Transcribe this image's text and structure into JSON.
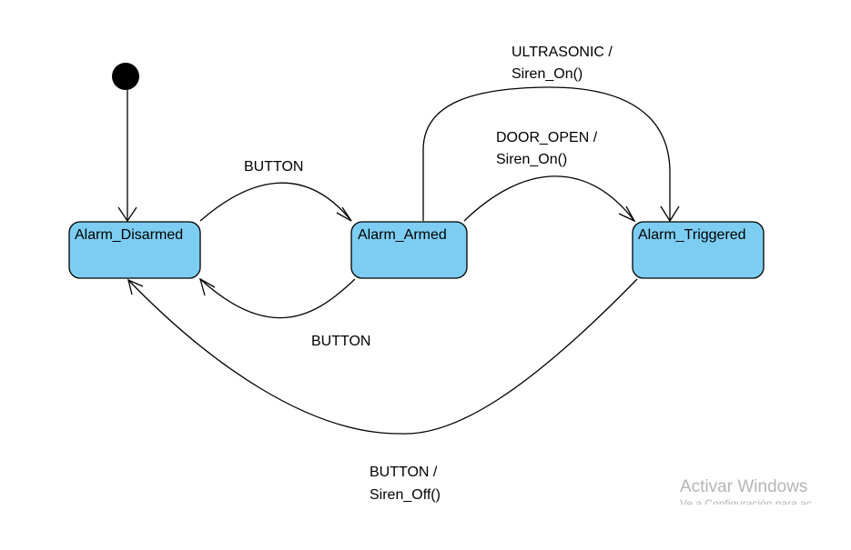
{
  "diagram": {
    "states": {
      "disarmed": "Alarm_Disarmed",
      "armed": "Alarm_Armed",
      "triggered": "Alarm_Triggered"
    },
    "transitions": {
      "disarmed_to_armed": {
        "line1": "BUTTON"
      },
      "armed_to_disarmed": {
        "line1": "BUTTON"
      },
      "armed_to_triggered_door": {
        "line1": "DOOR_OPEN /",
        "line2": "Siren_On()"
      },
      "armed_to_triggered_ultrasonic": {
        "line1": "ULTRASONIC /",
        "line2": "Siren_On()"
      },
      "triggered_to_disarmed": {
        "line1": "BUTTON /",
        "line2": "Siren_Off()"
      }
    },
    "colors": {
      "state_fill": "#7dcdf2",
      "stroke": "#000000"
    }
  },
  "watermark": {
    "title": "Activar Windows",
    "subtitle": "Ve a Configuración para activar Windows."
  }
}
